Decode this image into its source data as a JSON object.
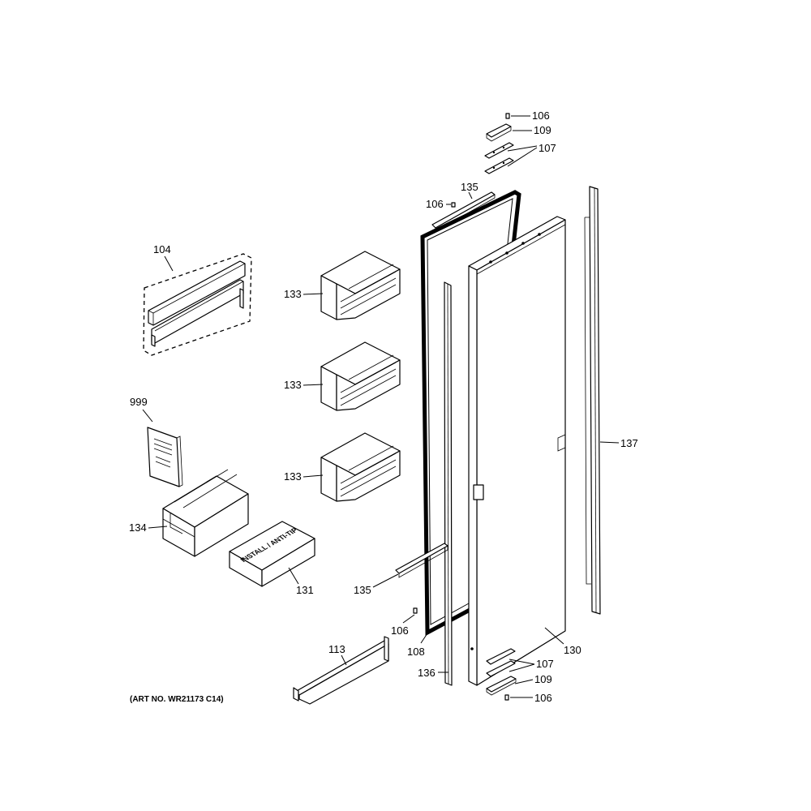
{
  "diagram": {
    "art_number": "(ART NO. WR21173 C14)",
    "box_print": "INSTALL / ANTI-TIP",
    "callouts": {
      "c106_top": "106",
      "c109_top": "109",
      "c107_top": "107",
      "c135_top": "135",
      "c106_mid": "106",
      "c104": "104",
      "c133_a": "133",
      "c133_b": "133",
      "c133_c": "133",
      "c999": "999",
      "c137": "137",
      "c134": "134",
      "c131": "131",
      "c135_bottom": "135",
      "c106_bottom": "106",
      "c108": "108",
      "c130": "130",
      "c113": "113",
      "c107_bottom": "107",
      "c136": "136",
      "c109_bottom": "109",
      "c106_lowest": "106"
    }
  }
}
